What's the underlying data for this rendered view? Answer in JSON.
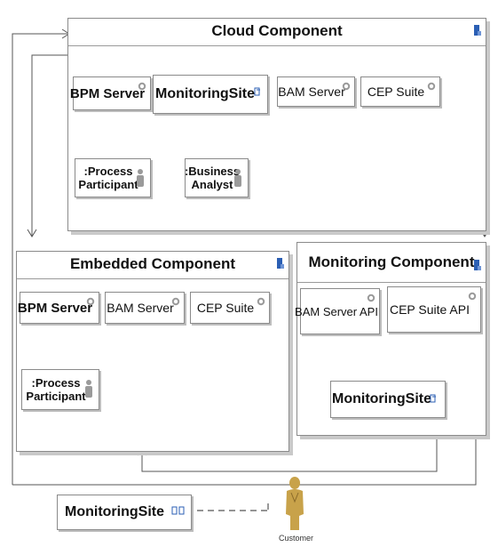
{
  "packages": {
    "cloud": {
      "title": "Cloud Component"
    },
    "embedded": {
      "title": "Embedded Component"
    },
    "monitoring": {
      "title": "Monitoring Component"
    }
  },
  "cloud_components": {
    "bpm_server": "BPM Server",
    "monitoring_site": "MonitoringSite",
    "bam_server": "BAM Server",
    "cep_suite": "CEP Suite",
    "process_participant": [
      ":Process",
      "Participant"
    ],
    "business_analyst": [
      ":Business",
      "Analyst"
    ]
  },
  "embedded_components": {
    "bpm_server": "BPM Server",
    "bam_server": "BAM Server",
    "cep_suite": "CEP Suite",
    "process_participant": [
      ":Process",
      "Participant"
    ]
  },
  "monitoring_components": {
    "bam_server_api": "BAM Server API",
    "cep_suite_api": "CEP Suite API",
    "monitoring_site": "MonitoringSite"
  },
  "standalone": {
    "monitoring_site": "MonitoringSite",
    "customer_label": "Customer"
  },
  "icons": {
    "package": "package-icon",
    "gear": "gear-icon",
    "component": "component-icon",
    "actor": "customer-actor-icon"
  },
  "colors": {
    "line": "#555555",
    "dashed_accent": "#c23030",
    "border": "#8a8a8a",
    "icon_blue": "#2b5fb4",
    "actor": "#c8a24a"
  }
}
